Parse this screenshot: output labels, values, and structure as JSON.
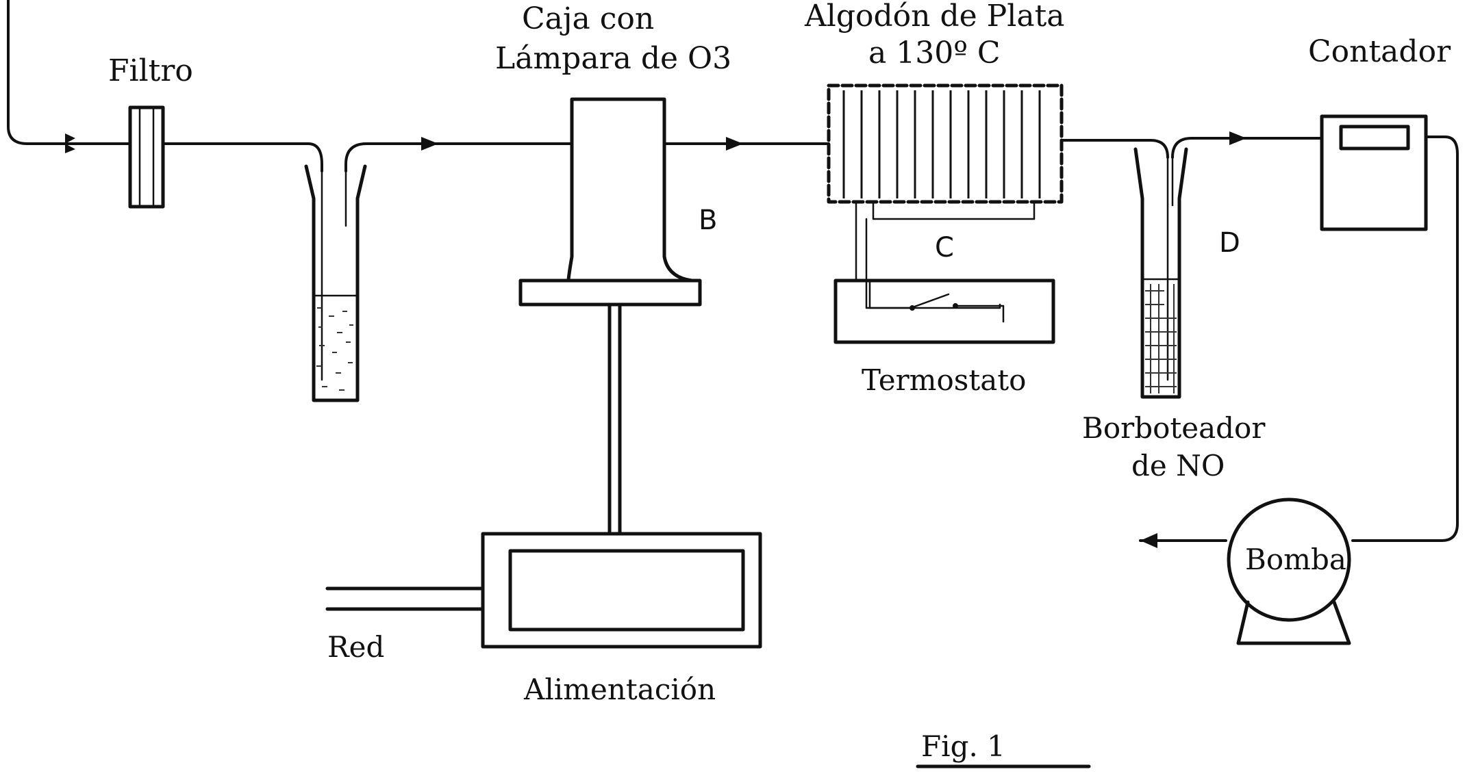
{
  "figure": {
    "filter_label": "Filtro",
    "lamp_box_label_line1": "Caja  con",
    "lamp_box_label_line2": "Lámpara de O3",
    "silver_wool_label_line1": "Algodón de Plata",
    "silver_wool_label_line2": "a 130º C",
    "counter_label": "Contador",
    "letter_b": "B",
    "letter_c": "C",
    "letter_d": "D",
    "thermostat_label": "Termostato",
    "bubbler_label_line1": "Borboteador",
    "bubbler_label_line2": "de NO",
    "pump_label": "Bomba",
    "power_supply_label": "Alimentación",
    "mains_label": "Red",
    "caption": "Fig.  1"
  }
}
